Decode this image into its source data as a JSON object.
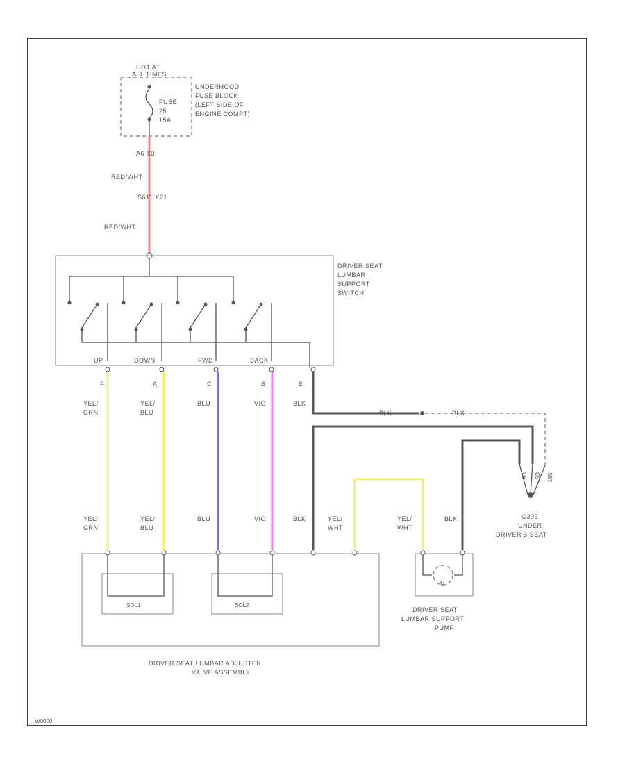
{
  "colors": {
    "red_wht": "#ff8080",
    "yel_grn": "#f0f08a",
    "yel_blu": "#f5f55a",
    "blu": "#7070ff",
    "vio": "#ff70ff",
    "blk": "#555555",
    "yel_wht": "#eeee80"
  },
  "fuse": {
    "hot_at_line1": "HOT AT",
    "hot_at_line2": "ALL TIMES",
    "fuse_line1": "FUSE",
    "fuse_line2": "25",
    "fuse_line3": "15A",
    "block_line1": "UNDERHOOD",
    "block_line2": "FUSE BLOCK",
    "block_line3": "(LEFT SIDE OF",
    "block_line4": "ENGINE COMPT)"
  },
  "wiring": {
    "pin_a": "A6  X3",
    "red_wht_1": "RED/WHT",
    "splice": "S611  X21",
    "red_wht_2": "RED/WHT"
  },
  "switch": {
    "name_line1": "DRIVER SEAT",
    "name_line2": "LUMBAR",
    "name_line3": "SUPPORT",
    "name_line4": "SWITCH",
    "labels": [
      "UP",
      "DOWN",
      "FWD",
      "BACK"
    ],
    "pins": [
      "F",
      "A",
      "C",
      "B",
      "E"
    ],
    "wire_top": [
      [
        "YEL/",
        "GRN"
      ],
      [
        "YEL/",
        "BLU"
      ],
      [
        "BLU"
      ],
      [
        "VIO"
      ],
      [
        "BLK"
      ]
    ]
  },
  "ground": {
    "wire_left": "BLK",
    "wire_right": "BLK",
    "pins": [
      "C6",
      "C5",
      "S87"
    ],
    "name_line1": "G306",
    "name_line2": "UNDER",
    "name_line3": "DRIVER'S SEAT"
  },
  "valve": {
    "wire_bottom": [
      [
        "YEL/",
        "GRN"
      ],
      [
        "YEL/",
        "BLU"
      ],
      [
        "BLU"
      ],
      [
        "VIO"
      ],
      [
        "BLK"
      ],
      [
        "YEL/",
        "WHT"
      ]
    ],
    "solenoid_1": "SOL1",
    "solenoid_2": "SOL2",
    "name_line1": "DRIVER SEAT LUMBAR ADJUSTER",
    "name_line2": "VALVE ASSEMBLY"
  },
  "pump": {
    "wire_left": [
      "YEL/",
      "WHT"
    ],
    "wire_right": "BLK",
    "motor": "M",
    "name_line1": "DRIVER SEAT",
    "name_line2": "LUMBAR SUPPORT",
    "name_line3": "PUMP"
  },
  "footer": {
    "code": "W0000"
  }
}
